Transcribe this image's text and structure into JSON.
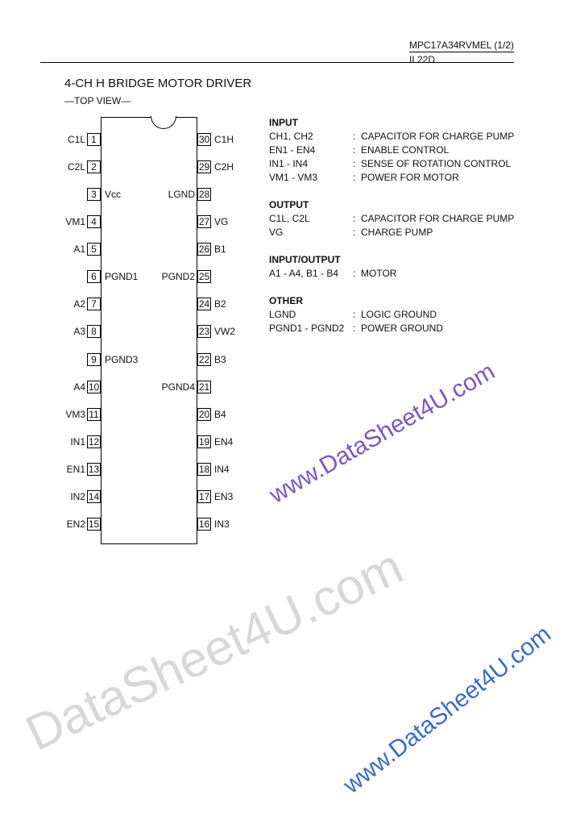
{
  "header": {
    "part_number": "MPC17A34RVMEL (1/2)",
    "code": "IL22D"
  },
  "title": "4-CH H BRIDGE MOTOR DRIVER",
  "subtitle": "—TOP VIEW—",
  "pins_left": [
    {
      "num": "1",
      "name": "C1L",
      "inside": false
    },
    {
      "num": "2",
      "name": "C2L",
      "inside": false
    },
    {
      "num": "3",
      "name": "Vcc",
      "inside": true
    },
    {
      "num": "4",
      "name": "VM1",
      "inside": false
    },
    {
      "num": "5",
      "name": "A1",
      "inside": false
    },
    {
      "num": "6",
      "name": "PGND1",
      "inside": true
    },
    {
      "num": "7",
      "name": "A2",
      "inside": false
    },
    {
      "num": "8",
      "name": "A3",
      "inside": false
    },
    {
      "num": "9",
      "name": "PGND3",
      "inside": true
    },
    {
      "num": "10",
      "name": "A4",
      "inside": false
    },
    {
      "num": "11",
      "name": "VM3",
      "inside": false
    },
    {
      "num": "12",
      "name": "IN1",
      "inside": false
    },
    {
      "num": "13",
      "name": "EN1",
      "inside": false
    },
    {
      "num": "14",
      "name": "IN2",
      "inside": false
    },
    {
      "num": "15",
      "name": "EN2",
      "inside": false
    }
  ],
  "pins_right": [
    {
      "num": "30",
      "name": "C1H",
      "inside": false
    },
    {
      "num": "29",
      "name": "C2H",
      "inside": false
    },
    {
      "num": "28",
      "name": "LGND",
      "inside": true
    },
    {
      "num": "27",
      "name": "VG",
      "inside": false
    },
    {
      "num": "26",
      "name": "B1",
      "inside": false
    },
    {
      "num": "25",
      "name": "PGND2",
      "inside": true
    },
    {
      "num": "24",
      "name": "B2",
      "inside": false
    },
    {
      "num": "23",
      "name": "VW2",
      "inside": false
    },
    {
      "num": "22",
      "name": "B3",
      "inside": false
    },
    {
      "num": "21",
      "name": "PGND4",
      "inside": true
    },
    {
      "num": "20",
      "name": "B4",
      "inside": false
    },
    {
      "num": "19",
      "name": "EN4",
      "inside": false
    },
    {
      "num": "18",
      "name": "IN4",
      "inside": false
    },
    {
      "num": "17",
      "name": "EN3",
      "inside": false
    },
    {
      "num": "16",
      "name": "IN3",
      "inside": false
    }
  ],
  "pin_table": [
    {
      "heading": "INPUT"
    },
    {
      "pin": "CH1, CH2",
      "desc": "CAPACITOR FOR CHARGE PUMP"
    },
    {
      "pin": "EN1 - EN4",
      "desc": "ENABLE CONTROL"
    },
    {
      "pin": "IN1 - IN4",
      "desc": "SENSE OF ROTATION CONTROL"
    },
    {
      "pin": "VM1 - VM3",
      "desc": "POWER FOR MOTOR"
    },
    {
      "blank": true
    },
    {
      "heading": "OUTPUT"
    },
    {
      "pin": "C1L, C2L",
      "desc": "CAPACITOR FOR CHARGE PUMP"
    },
    {
      "pin": "VG",
      "desc": "CHARGE PUMP"
    },
    {
      "blank": true
    },
    {
      "heading": "INPUT/OUTPUT"
    },
    {
      "pin": "A1 - A4, B1 - B4",
      "desc": "MOTOR"
    },
    {
      "blank": true
    },
    {
      "heading": "OTHER"
    },
    {
      "pin": "LGND",
      "desc": "LOGIC GROUND"
    },
    {
      "pin": "PGND1 - PGND2",
      "desc": "POWER GROUND"
    }
  ],
  "separator": ":",
  "watermarks": [
    {
      "text": "www.DataSheet4U.com",
      "color": "#7b55c8"
    },
    {
      "text": "DataSheet4U.com",
      "color": "#d8d8d8"
    },
    {
      "text": "www.DataSheet4U.com",
      "color": "#3a6cc8"
    }
  ]
}
